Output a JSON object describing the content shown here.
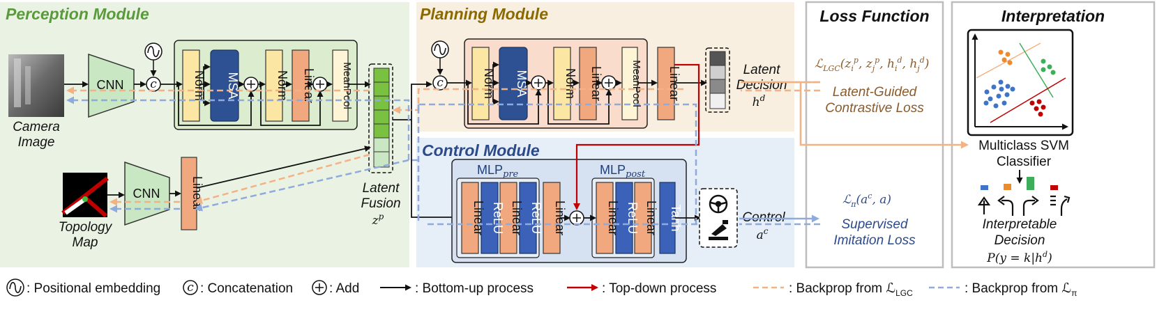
{
  "modules": {
    "perception": "Perception Module",
    "planning": "Planning Module",
    "control": "Control Module",
    "loss": "Loss Function",
    "interpretation": "Interpretation"
  },
  "blocks": {
    "cnn": "CNN",
    "norm": "Norm",
    "msa": "MSA",
    "linear": "Linear",
    "meanpool": "MeanPool",
    "relu": "ReLU",
    "tanh": "Tanh",
    "mlp": "MLP",
    "pre": "pre",
    "post": "post",
    "concat": "c"
  },
  "labels": {
    "camera_1": "Camera",
    "camera_2": "Image",
    "topology_1": "Topology",
    "topology_2": "Map",
    "fusion_1": "Latent",
    "fusion_2": "Fusion",
    "fusion_var": "z",
    "fusion_sup": "p",
    "decision_1": "Latent",
    "decision_2": "Decision",
    "decision_var": "h",
    "decision_sup": "d",
    "control_1": "Control",
    "control_var": "a",
    "control_sup": "c"
  },
  "loss": {
    "lgc_formula": "ℒ",
    "lgc_sub": "LGC",
    "lgc_args": "(z",
    "lgc_1": "Latent-Guided",
    "lgc_2": "Contrastive Loss",
    "pi_formula": "ℒ",
    "pi_sub": "π",
    "pi_args": "(a",
    "pi_1": "Supervised",
    "pi_2": "Imitation Loss"
  },
  "interp": {
    "svm_1": "Multiclass SVM",
    "svm_2": "Classifier",
    "dec_1": "Interpretable",
    "dec_2": "Decision",
    "prob": "P(y = k|h"
  },
  "legend": {
    "pos": ": Positional embedding",
    "concat": ": Concatenation",
    "add": ": Add",
    "bottom_up": ": Bottom-up process",
    "top_down": ": Top-down process",
    "bp_lgc": ": Backprop from ℒ",
    "bp_lgc_sub": "LGC",
    "bp_pi": ": Backprop from ℒ",
    "bp_pi_sub": "π"
  },
  "colors": {
    "perception_bg": "#eaf3e3",
    "planning_bg": "#f8efe0",
    "control_bg": "#e6eef8",
    "norm": "#fbe6a4",
    "linear": "#f2a87e",
    "msa": "#2d5193",
    "relu": "#3b62b8",
    "cnn": "#c9e7c3",
    "meanpool": "#fdf5d6",
    "green_text": "#5a9a3c",
    "brown_text": "#8a6a00",
    "blue_text": "#2c4a8a",
    "orange_dash": "#f4b183",
    "blue_dash": "#8faadc",
    "red": "#c00000"
  }
}
